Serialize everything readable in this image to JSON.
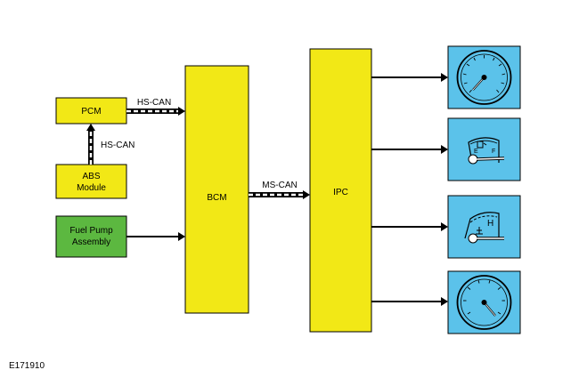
{
  "blocks": {
    "pcm": "PCM",
    "abs_line1": "ABS",
    "abs_line2": "Module",
    "fuel_line1": "Fuel Pump",
    "fuel_line2": "Assembly",
    "bcm": "BCM",
    "ipc": "IPC"
  },
  "connections": {
    "pcm_bcm": "HS-CAN",
    "abs_pcm": "HS-CAN",
    "bcm_ipc": "MS-CAN"
  },
  "gauges": {
    "temp_label": "H"
  },
  "figure_id": "E171910",
  "colors": {
    "module_yellow": "#f2e816",
    "fuel_pump_green": "#5cb840",
    "gauge_blue": "#5bc2ea",
    "line": "#000000"
  },
  "icons": [
    "speedometer-icon",
    "fuel-gauge-icon",
    "temperature-gauge-icon",
    "tachometer-icon"
  ]
}
